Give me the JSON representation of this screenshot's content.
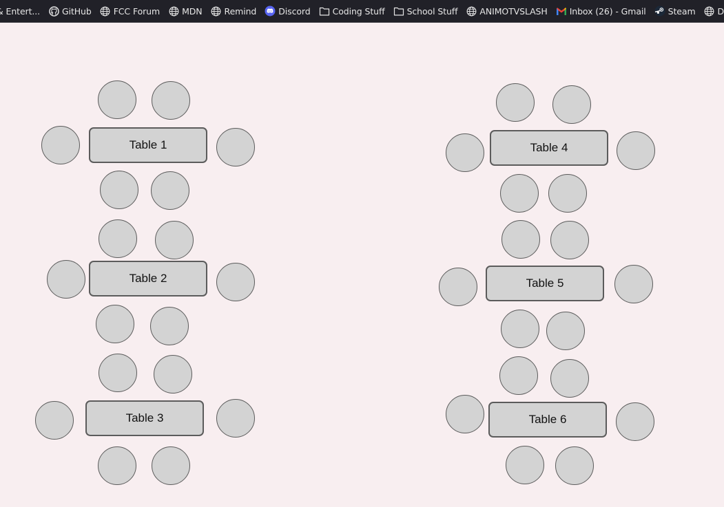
{
  "bookmarks": [
    {
      "label": "& Entert...",
      "icon": "folder-icon"
    },
    {
      "label": "GitHub",
      "icon": "github-icon"
    },
    {
      "label": "FCC Forum",
      "icon": "globe-icon"
    },
    {
      "label": "MDN",
      "icon": "globe-icon"
    },
    {
      "label": "Remind",
      "icon": "globe-icon"
    },
    {
      "label": "Discord",
      "icon": "discord-icon"
    },
    {
      "label": "Coding Stuff",
      "icon": "folder-icon"
    },
    {
      "label": "School Stuff",
      "icon": "folder-icon"
    },
    {
      "label": "ANIMOTVSLASH",
      "icon": "globe-icon"
    },
    {
      "label": "Inbox (26) - Gmail",
      "icon": "gmail-icon"
    },
    {
      "label": "Steam",
      "icon": "steam-icon"
    },
    {
      "label": "Dashboard | Codecademy",
      "icon": "globe-icon"
    }
  ],
  "tables": [
    {
      "label": "Table 1"
    },
    {
      "label": "Table 2"
    },
    {
      "label": "Table 3"
    },
    {
      "label": "Table 4"
    },
    {
      "label": "Table 5"
    },
    {
      "label": "Table 6"
    }
  ],
  "colors": {
    "page_background": "#f8eef0",
    "bar_background": "#212128",
    "table_fill": "#d3d3d3",
    "outline": "#5b5b5b"
  }
}
